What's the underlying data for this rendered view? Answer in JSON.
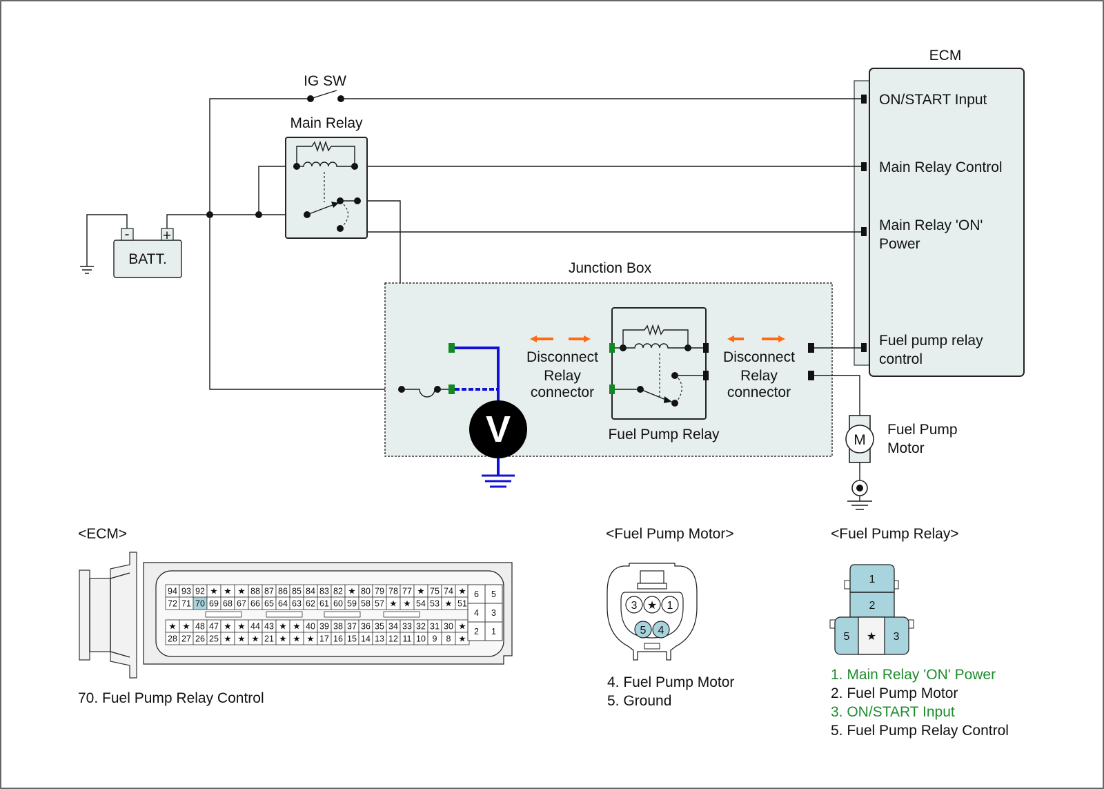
{
  "colors": {
    "box_fill": "#e7eeee",
    "probe_wire": "#1010d8",
    "connector_green": "#118822",
    "arrow_orange": "#ff6a13",
    "note_green": "#1e8c2e",
    "pin_highlight": "#a8d4dd"
  },
  "circuit": {
    "ig_sw": "IG SW",
    "main_relay": "Main Relay",
    "battery": "BATT.",
    "battery_minus": "-",
    "battery_plus": "+",
    "ecm_title": "ECM",
    "ecm_pins": {
      "on_start": "ON/START Input",
      "main_relay_control": "Main Relay Control",
      "main_relay_on_power_1": "Main Relay 'ON'",
      "main_relay_on_power_2": "Power",
      "fuel_pump_relay_control_1": "Fuel pump relay",
      "fuel_pump_relay_control_2": "control"
    },
    "junction_box": "Junction Box",
    "disconnect_left": [
      "Disconnect",
      "Relay",
      "connector"
    ],
    "disconnect_right": [
      "Disconnect",
      "Relay",
      "connector"
    ],
    "fuel_pump_relay": "Fuel Pump Relay",
    "voltmeter": "V",
    "motor_symbol": "M",
    "fuel_pump_motor_1": "Fuel Pump",
    "fuel_pump_motor_2": "Motor"
  },
  "ecm_connector": {
    "title": "<ECM>",
    "highlight_pin": "70",
    "upper_rows": [
      [
        "94",
        "93",
        "92",
        "★",
        "★",
        "★",
        "88",
        "87",
        "86",
        "85",
        "84",
        "83",
        "82",
        "★",
        "80",
        "79",
        "78",
        "77",
        "★",
        "75",
        "74",
        "★"
      ],
      [
        "72",
        "71",
        "70",
        "69",
        "68",
        "67",
        "66",
        "65",
        "64",
        "63",
        "62",
        "61",
        "60",
        "59",
        "58",
        "57",
        "★",
        "★",
        "54",
        "53",
        "★",
        "51"
      ]
    ],
    "lower_rows": [
      [
        "★",
        "★",
        "48",
        "47",
        "★",
        "★",
        "44",
        "43",
        "★",
        "★",
        "40",
        "39",
        "38",
        "37",
        "36",
        "35",
        "34",
        "33",
        "32",
        "31",
        "30",
        "★"
      ],
      [
        "28",
        "27",
        "26",
        "25",
        "★",
        "★",
        "★",
        "21",
        "★",
        "★",
        "★",
        "17",
        "16",
        "15",
        "14",
        "13",
        "12",
        "11",
        "10",
        "9",
        "8",
        "★"
      ]
    ],
    "side_block": [
      [
        "6",
        "5"
      ],
      [
        "4",
        "3"
      ],
      [
        "2",
        "1"
      ]
    ],
    "note": "70. Fuel Pump Relay Control"
  },
  "motor_connector": {
    "title": "<Fuel Pump Motor>",
    "top_pins": [
      "3",
      "★",
      "1"
    ],
    "bottom_pins": [
      "5",
      "4"
    ],
    "notes": [
      "4. Fuel Pump Motor",
      "5. Ground"
    ]
  },
  "relay_connector": {
    "title": "<Fuel Pump Relay>",
    "pins": [
      "1",
      "2",
      "5",
      "★",
      "3"
    ],
    "notes": [
      {
        "text": "1. Main Relay 'ON' Power",
        "color": "green"
      },
      {
        "text": "2. Fuel Pump Motor",
        "color": "black"
      },
      {
        "text": "3. ON/START Input",
        "color": "green"
      },
      {
        "text": "5. Fuel Pump Relay Control",
        "color": "black"
      }
    ]
  }
}
